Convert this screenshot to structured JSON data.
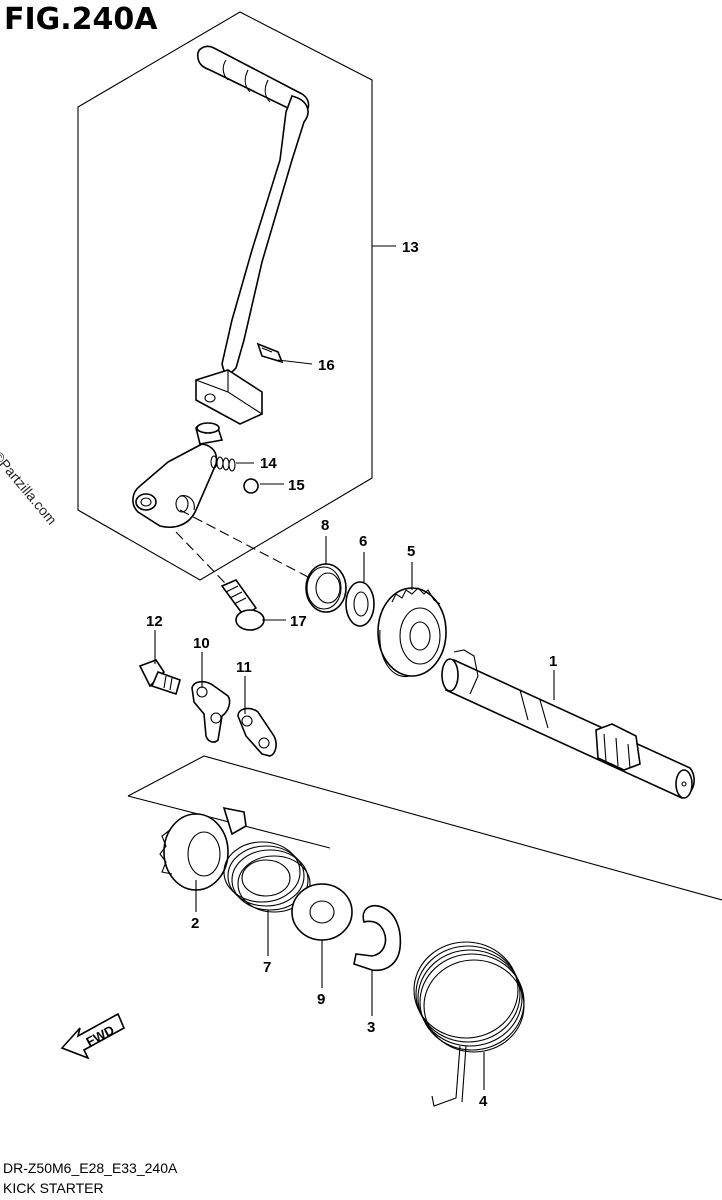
{
  "figure": {
    "title": "FIG.240A",
    "model_code": "DR-Z50M6_E28_E33_240A",
    "section_name": "KICK STARTER",
    "watermark": "©Partzilla.com",
    "fwd_label": "FWD"
  },
  "callouts": [
    {
      "id": "1",
      "label": "1"
    },
    {
      "id": "2",
      "label": "2"
    },
    {
      "id": "3",
      "label": "3"
    },
    {
      "id": "4",
      "label": "4"
    },
    {
      "id": "5",
      "label": "5"
    },
    {
      "id": "6",
      "label": "6"
    },
    {
      "id": "7",
      "label": "7"
    },
    {
      "id": "8",
      "label": "8"
    },
    {
      "id": "9",
      "label": "9"
    },
    {
      "id": "10",
      "label": "10"
    },
    {
      "id": "11",
      "label": "11"
    },
    {
      "id": "12",
      "label": "12"
    },
    {
      "id": "13",
      "label": "13"
    },
    {
      "id": "14",
      "label": "14"
    },
    {
      "id": "15",
      "label": "15"
    },
    {
      "id": "16",
      "label": "16"
    },
    {
      "id": "17",
      "label": "17"
    }
  ]
}
